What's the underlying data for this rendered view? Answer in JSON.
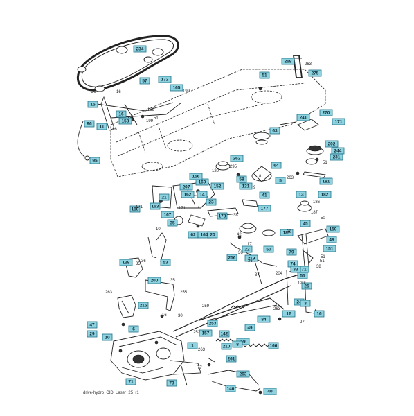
{
  "doc_id": "drive-hydro_CID_Laser_25_r1",
  "colors": {
    "callout_fill": "#8fd3e0",
    "callout_stroke": "#1a6f86",
    "callout_text": "#0b2b38",
    "accent_fill": "#f08c3c",
    "line": "#222222"
  },
  "callouts": {
    "c1": "234",
    "c2": "57",
    "c3": "172",
    "c4": "165",
    "c5": "15",
    "c6": "16",
    "c7": "96",
    "c8": "11",
    "c9": "158",
    "c10": "95",
    "c11": "51",
    "c12": "268",
    "c13": "275",
    "c14": "63",
    "c15": "241",
    "c16": "270",
    "c17": "171",
    "c18": "202",
    "c19": "244",
    "c20": "231",
    "c21": "262",
    "c22": "5",
    "c23": "64",
    "c24": "58",
    "c25": "181",
    "c26": "121",
    "c27": "152",
    "c28": "13",
    "c29": "160",
    "c30": "14",
    "c31": "23",
    "c32": "207",
    "c33": "162",
    "c34": "21",
    "c35": "167",
    "c36": "188",
    "c37": "163",
    "c38": "156",
    "c39": "182",
    "c40": "41",
    "c41": "177",
    "c42": "35",
    "c43": "178",
    "c44": "62",
    "c45": "164",
    "c46": "20",
    "c47": "150",
    "c48": "48",
    "c49": "45",
    "c50": "187",
    "c51": "151",
    "c52": "22",
    "c53": "256",
    "c54": "219",
    "c55": "50",
    "c56": "79",
    "c57": "74",
    "c58": "71",
    "c59": "33",
    "c60": "53",
    "c61": "128",
    "c62": "200",
    "c63": "55",
    "c64": "215",
    "c65": "25",
    "c66": "24",
    "c67": "3",
    "c68": "16",
    "c69": "12",
    "c70": "84",
    "c71": "49",
    "c72": "47",
    "c73": "29",
    "c74": "10",
    "c75": "6",
    "c76": "71",
    "c77": "73",
    "c78": "253",
    "c79": "59",
    "c80": "8",
    "c81": "142",
    "c82": "166",
    "c83": "261",
    "c84": "263",
    "c85": "140",
    "c86": "40",
    "c87": "1",
    "c88": "157",
    "c89": "210"
  },
  "labels": {
    "p1": "20",
    "p2": "16",
    "p3": "199",
    "p4": "199",
    "p5": "51",
    "p6": "16",
    "p7": "263",
    "p8": "51",
    "p9": "295",
    "p10": "120",
    "p11": "263",
    "p12": "186",
    "p13": "187",
    "p14": "50",
    "p15": "51",
    "p16": "171",
    "p17": "171",
    "p18": "7",
    "p19": "38",
    "p20": "10",
    "p21": "42",
    "p22": "17",
    "p23": "36",
    "p24": "35",
    "p25": "36",
    "p26": "35",
    "p27": "255",
    "p28": "263",
    "p29": "16",
    "p30": "259",
    "p31": "252",
    "p32": "263",
    "p33": "77",
    "p34": "27",
    "p35": "38",
    "p36": "51",
    "p37": "120",
    "p38": "30",
    "p39": "8",
    "p40": "9",
    "p41": "36",
    "p42": "60",
    "p43": "37",
    "p44": "204",
    "p45": "263",
    "p46": "199"
  }
}
